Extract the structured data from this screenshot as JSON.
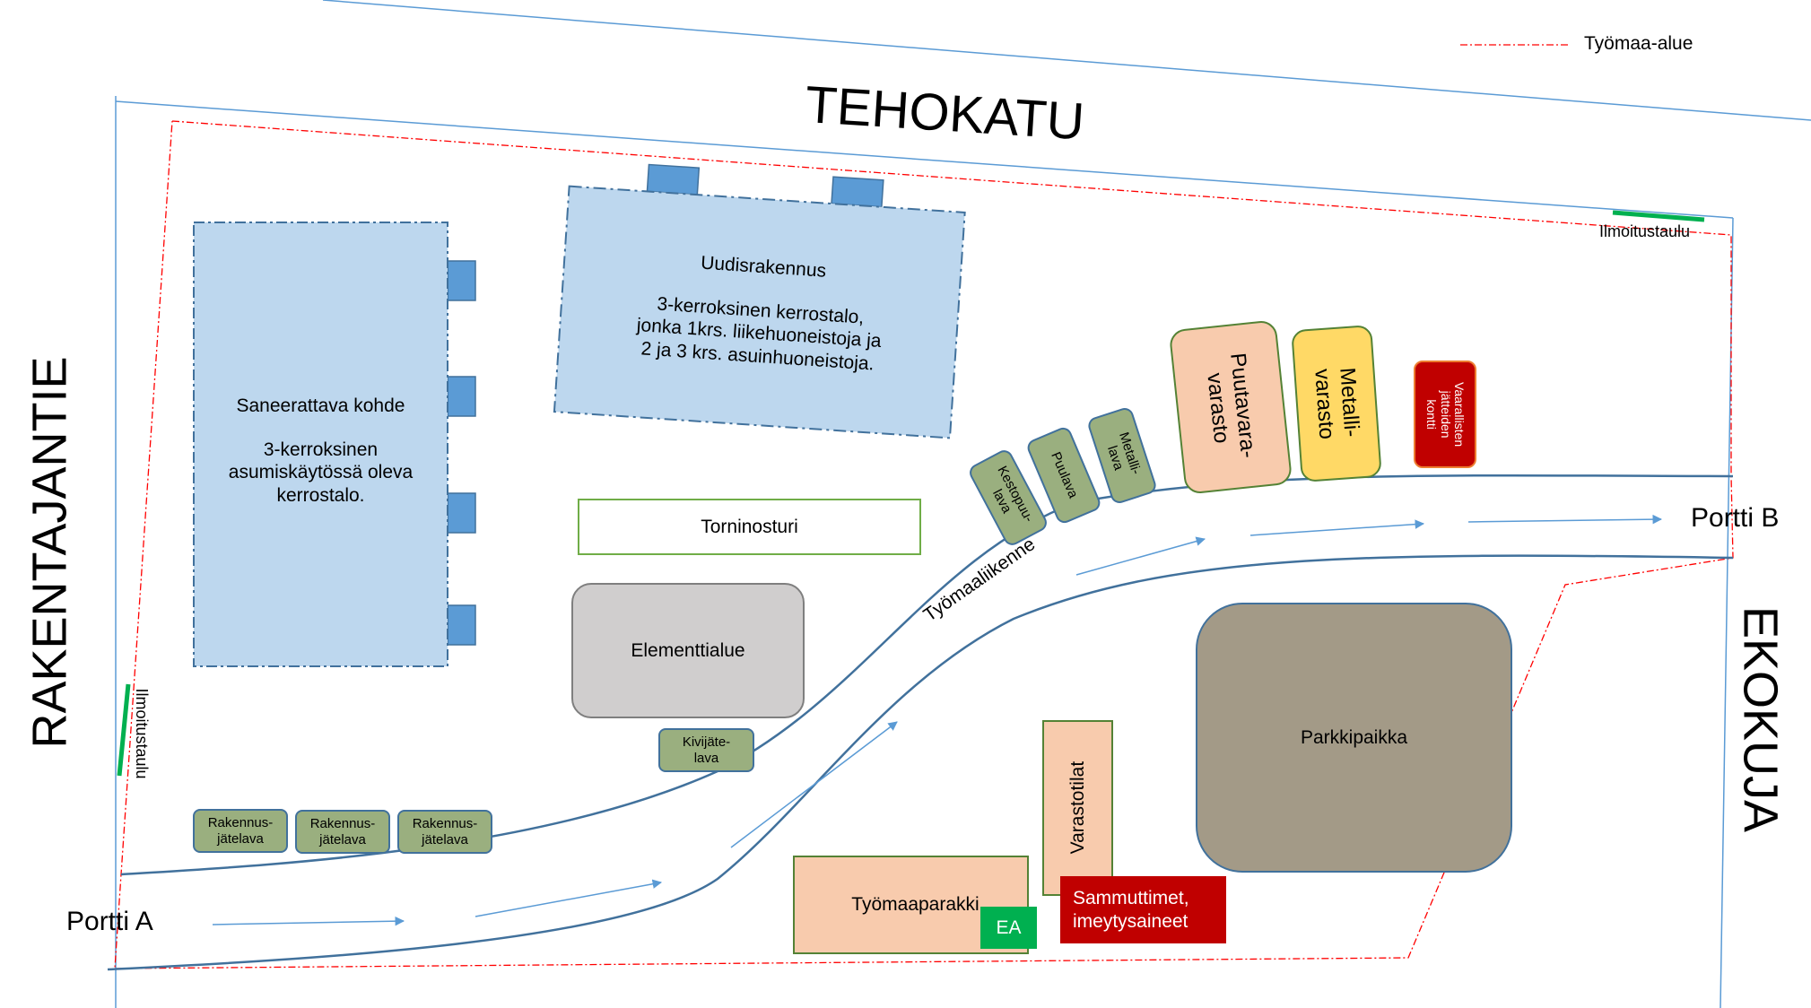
{
  "title": "Työmaa-aluesuunnitelma",
  "legend": {
    "boundary_label": "Työmaa-alue",
    "boundary_color": "#ff0000"
  },
  "streets": {
    "north": "TEHOKATU",
    "west": "RAKENTAJANTIE",
    "east": "EKOKUJA"
  },
  "gates": {
    "a": "Portti A",
    "b": "Portti B"
  },
  "traffic_label": "Työmaaliikenne",
  "notice_boards": [
    "Ilmoitustaulu",
    "Ilmoitustaulu"
  ],
  "buildings": {
    "renovation": {
      "title": "Saneerattava kohde",
      "description": "3-kerroksinen\nasumiskäytössä oleva\nkerrostalo."
    },
    "new": {
      "title": "Uudisrakennus",
      "description": "3-kerroksinen kerrostalo,\njonka 1krs. liikehuoneistoja ja\n2 ja 3 krs. asuinhuoneistoja."
    }
  },
  "areas": {
    "crane": "Torninosturi",
    "element_area": "Elementtialue",
    "stone_waste": "Kivijäte-\nlava",
    "construction_waste": [
      "Rakennus-\njätelava",
      "Rakennus-\njätelava",
      "Rakennus-\njätelava"
    ],
    "durable_wood": "Kestopuu-\nlava",
    "wood_pallet": "Puulava",
    "metal_pallet": "Metalli-\nlava",
    "timber_storage": "Puutavara-\nvarasto",
    "metal_storage": "Metalli-\nvarasto",
    "hazardous": "Vaarallisten\njätteiden\nkontti",
    "storage": "Varastotilat",
    "site_hut": "Työmaaparakki",
    "first_aid": "EA",
    "extinguishers": "Sammuttimet,\nimeytysaineet",
    "parking": "Parkkipaikka"
  },
  "colors": {
    "building_fill": "#bdd7ee",
    "building_stroke": "#41719c",
    "tab_fill": "#5b9bd5",
    "pallet_fill": "#9aaf7f",
    "peach": "#f8cbad",
    "yellow": "#ffd966",
    "red": "#c00000",
    "green": "#00b050",
    "grey": "#d0cece",
    "parking": "#a39a87",
    "road": "#41719c",
    "street_line": "#5b9bd5"
  }
}
